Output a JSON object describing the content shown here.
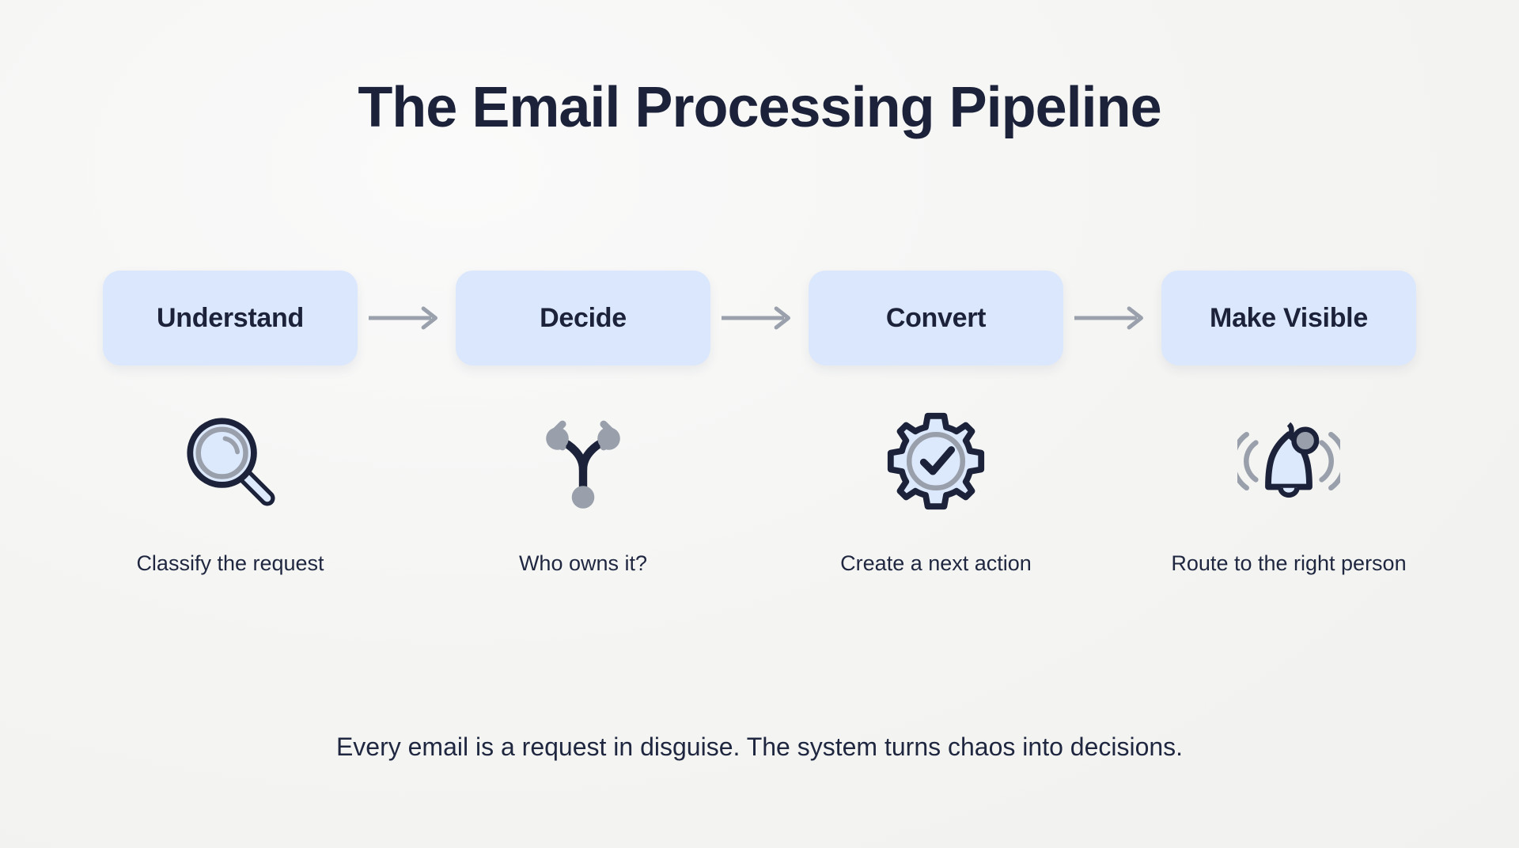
{
  "title": "The Email Processing Pipeline",
  "footer": "Every email is a request in disguise. The system turns chaos into decisions.",
  "colors": {
    "background": "#f4f4f3",
    "box_fill": "#dbe7fd",
    "text_dark": "#1b2239",
    "icon_outline": "#1b2239",
    "icon_fill": "#dce8fb",
    "icon_gray": "#9aa0ab",
    "arrow": "#9aa1ac"
  },
  "steps": [
    {
      "label": "Understand",
      "caption": "Classify the request",
      "icon": "magnifier-icon"
    },
    {
      "label": "Decide",
      "caption": "Who owns it?",
      "icon": "branch-fork-icon"
    },
    {
      "label": "Convert",
      "caption": "Create a next action",
      "icon": "gear-check-icon"
    },
    {
      "label": "Make Visible",
      "caption": "Route to the right person",
      "icon": "bell-icon"
    }
  ],
  "arrows": [
    {
      "name": "arrow-understand-to-decide"
    },
    {
      "name": "arrow-decide-to-convert"
    },
    {
      "name": "arrow-convert-to-make-visible"
    }
  ]
}
